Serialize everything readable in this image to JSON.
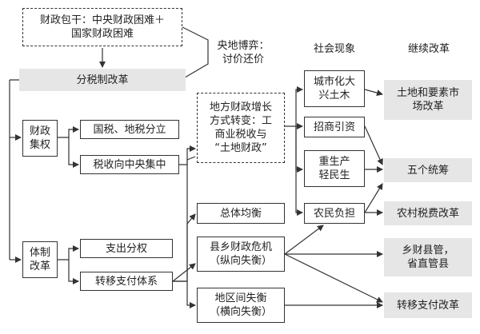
{
  "headers": {
    "social": "社会现象",
    "continue": "继续改革"
  },
  "nodes": {
    "fiscal_contract": "财政包干：中央财政困难＋\n国家财政困难",
    "central_local": "央地博弈：\n讨价还价",
    "tax_sharing": "分税制改革",
    "fiscal_central": "财政\n集权",
    "tax_split": "国税、地税分立",
    "revenue_central": "税收向中央集中",
    "system_reform": "体制\n改革",
    "expenditure": "支出分权",
    "transfer_system": "转移支付体系",
    "local_growth": "地方财政增长\n方式转变：工\n商业税收与\n“土地财政”",
    "overall_balance": "总体均衡",
    "county_crisis": "县乡财政危机\n（纵向失衡）",
    "regional_imbalance": "地区间失衡\n（横向失衡）",
    "urbanization": "城市化大\n兴土木",
    "investment": "招商引资",
    "production": "重生产\n轻民生",
    "farmer_burden": "农民负担",
    "land_reform": "土地和要素市\n场改革",
    "five_coord": "五个统筹",
    "rural_tax": "农村税费改革",
    "county_mgmt": "乡财县管，\n省直管县",
    "transfer_reform": "转移支付改革"
  }
}
